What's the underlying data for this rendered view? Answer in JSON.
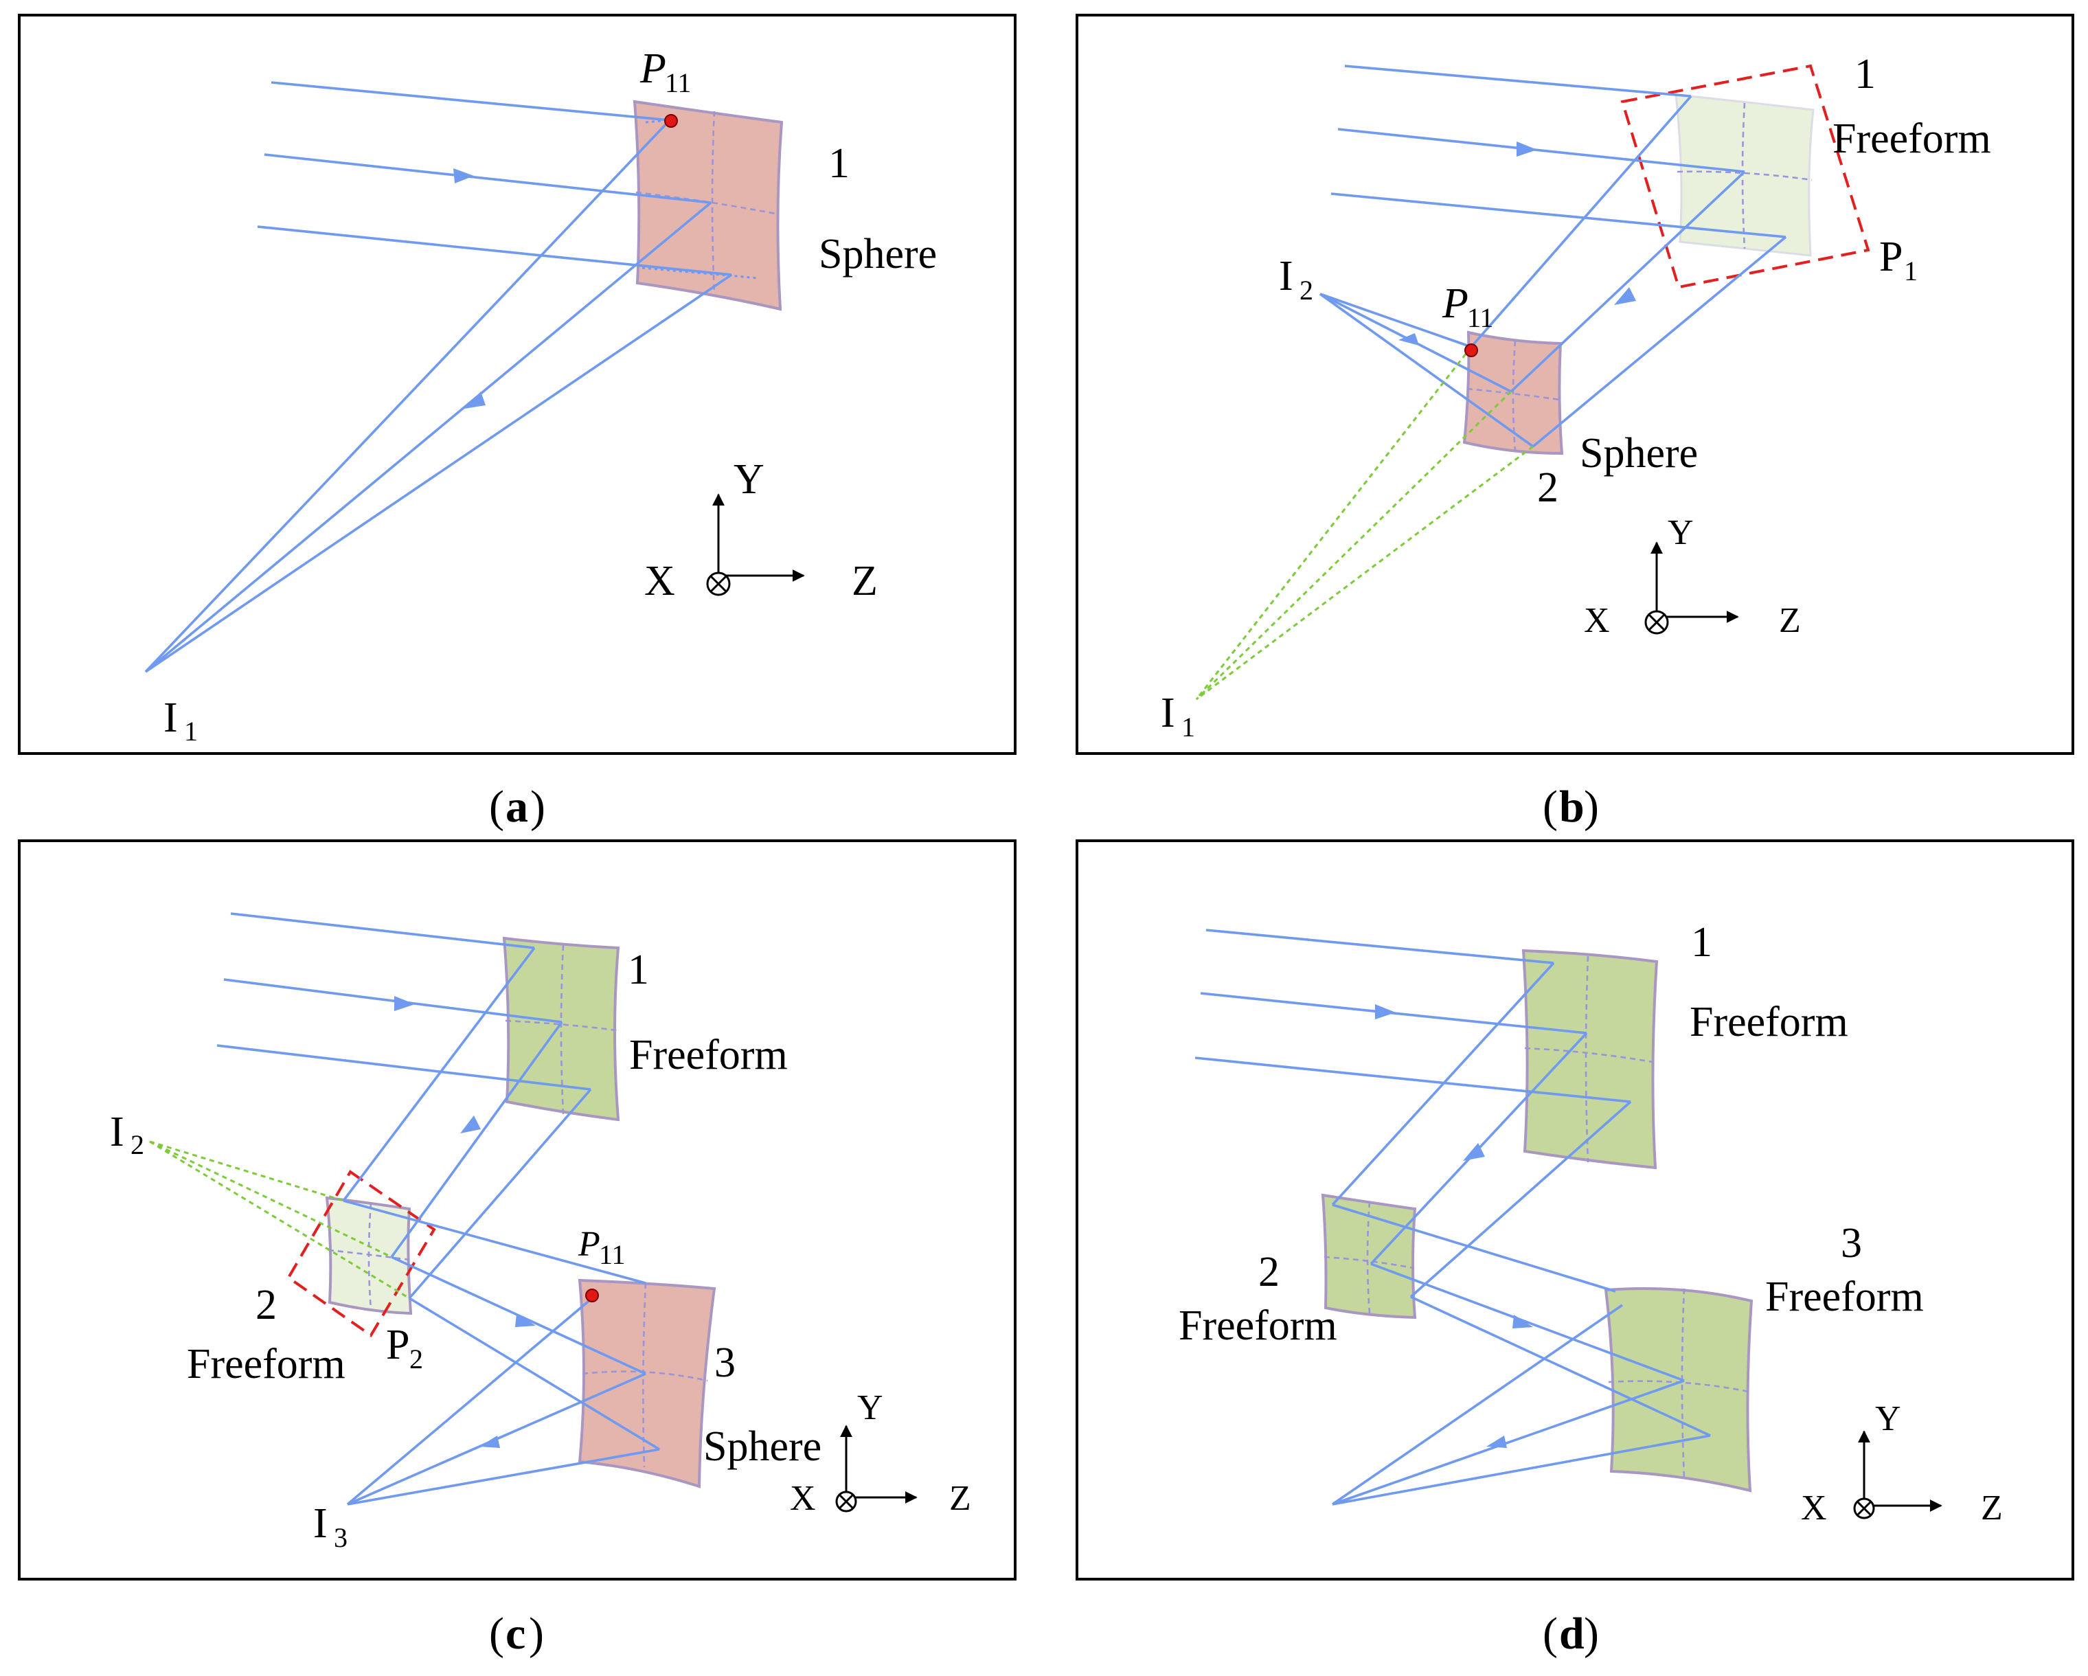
{
  "colors": {
    "ray": "#6f9af0",
    "sphere_fill": "#e3b5ad",
    "freeform_fill": "#c5d79c",
    "freeform_pale_fill": "#e9f0dc",
    "surface_edge": "#a997c2",
    "auxiliary_ray": "#7ecb3a",
    "highlight_box": "#e32020",
    "point_marker": "#e01818"
  },
  "panels": [
    {
      "caption": "a",
      "surfaces": [
        {
          "number": "1",
          "type": "Sphere"
        }
      ],
      "image_points": [
        {
          "main": "I",
          "sub": "1"
        }
      ],
      "marked_point": {
        "main": "P",
        "sub": "11"
      },
      "axes": {
        "x": "X",
        "y": "Y",
        "z": "Z"
      }
    },
    {
      "caption": "b",
      "surfaces": [
        {
          "number": "1",
          "type": "Freeform"
        },
        {
          "number": "2",
          "type": "Sphere"
        }
      ],
      "image_points": [
        {
          "main": "I",
          "sub": "2"
        },
        {
          "main": "I",
          "sub": "1"
        }
      ],
      "marked_point": {
        "main": "P",
        "sub": "11"
      },
      "extra_point": {
        "main": "P",
        "sub": "1"
      },
      "axes": {
        "x": "X",
        "y": "Y",
        "z": "Z"
      }
    },
    {
      "caption": "c",
      "surfaces": [
        {
          "number": "1",
          "type": "Freeform"
        },
        {
          "number": "2",
          "type": "Freeform"
        },
        {
          "number": "3",
          "type": "Sphere"
        }
      ],
      "image_points": [
        {
          "main": "I",
          "sub": "2"
        },
        {
          "main": "I",
          "sub": "3"
        }
      ],
      "marked_point": {
        "main": "P",
        "sub": "11"
      },
      "extra_point": {
        "main": "P",
        "sub": "2"
      },
      "axes": {
        "x": "X",
        "y": "Y",
        "z": "Z"
      }
    },
    {
      "caption": "d",
      "surfaces": [
        {
          "number": "1",
          "type": "Freeform"
        },
        {
          "number": "2",
          "type": "Freeform"
        },
        {
          "number": "3",
          "type": "Freeform"
        }
      ],
      "axes": {
        "x": "X",
        "y": "Y",
        "z": "Z"
      }
    }
  ]
}
